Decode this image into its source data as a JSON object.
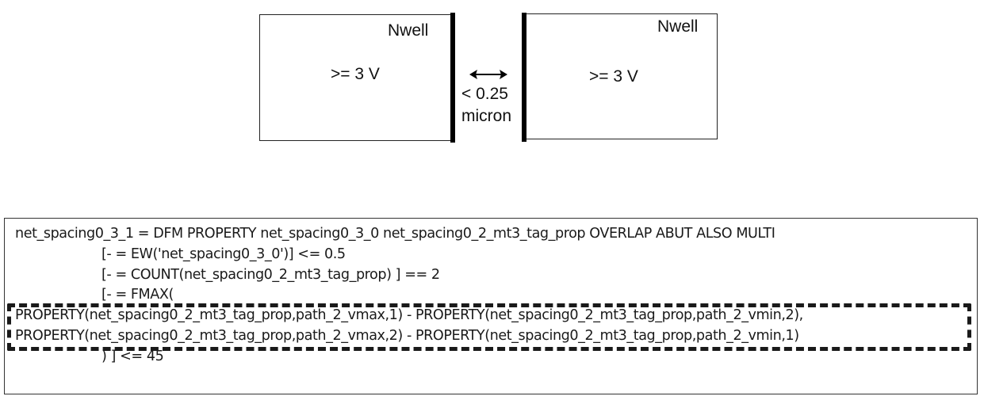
{
  "diagram": {
    "left_well": {
      "label": "Nwell",
      "voltage": ">= 3 V"
    },
    "right_well": {
      "label": "Nwell",
      "voltage": ">= 3 V"
    },
    "spacing": {
      "arrow_icon": "double-headed-arrow",
      "value": "< 0.25",
      "unit": "micron"
    }
  },
  "code": {
    "lines": [
      "net_spacing0_3_1 = DFM PROPERTY net_spacing0_3_0 net_spacing0_2_mt3_tag_prop OVERLAP ABUT ALSO MULTI",
      "[- = EW('net_spacing0_3_0')] <= 0.5",
      "[- = COUNT(net_spacing0_2_mt3_tag_prop) ] == 2",
      "[- = FMAX(",
      "PROPERTY(net_spacing0_2_mt3_tag_prop,path_2_vmax,1) - PROPERTY(net_spacing0_2_mt3_tag_prop,path_2_vmin,2),",
      "PROPERTY(net_spacing0_2_mt3_tag_prop,path_2_vmax,2) - PROPERTY(net_spacing0_2_mt3_tag_prop,path_2_vmin,1)",
      ") ] <= 45"
    ],
    "highlighted_lines": [
      4,
      5
    ]
  }
}
